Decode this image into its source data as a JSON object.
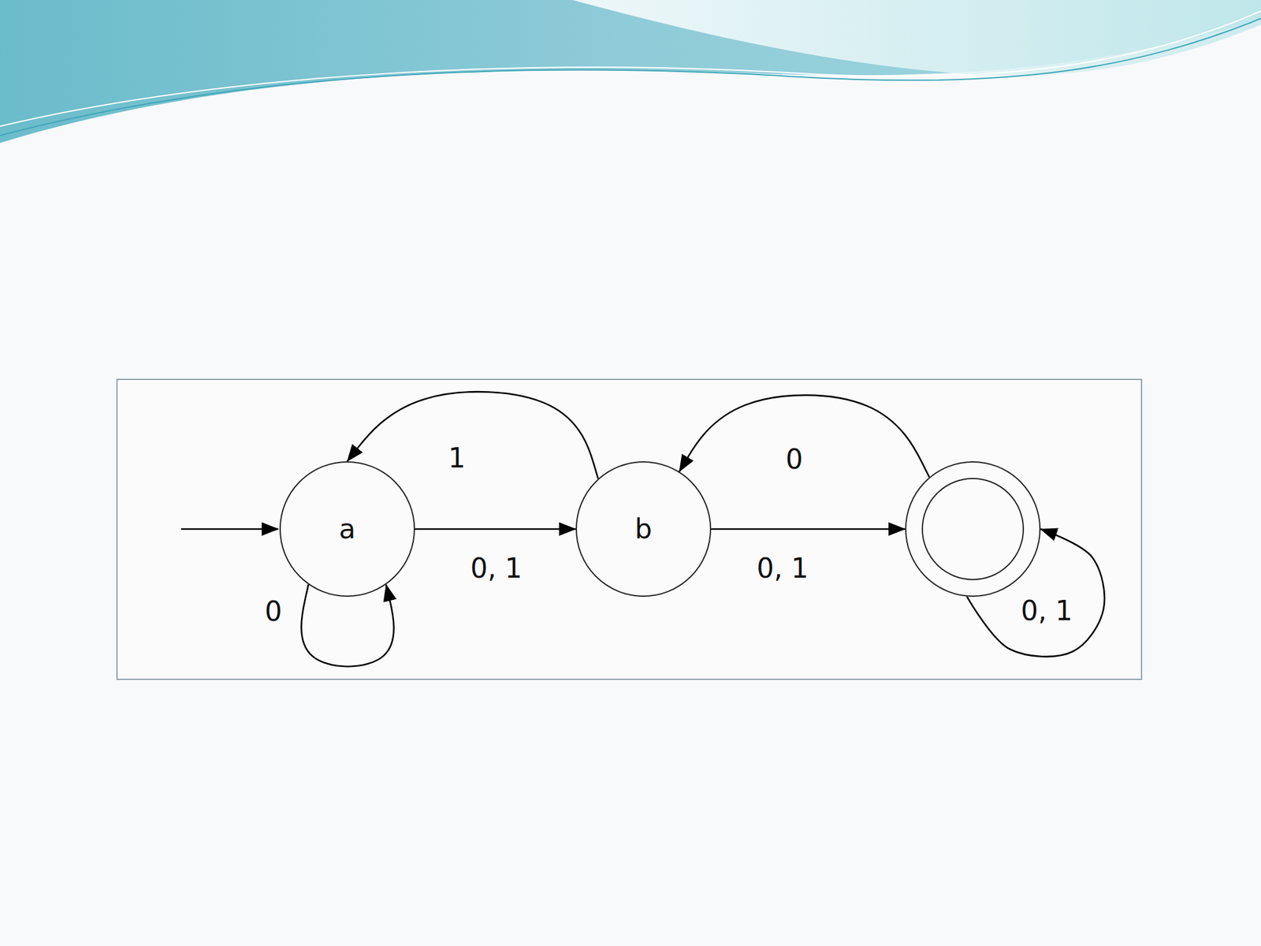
{
  "diagram": {
    "nodes": [
      {
        "text": [
          "a"
        ]
      },
      {
        "text": [
          "b"
        ]
      },
      {
        "text": []
      }
    ],
    "edges": [
      {
        "from": 0,
        "to": 0,
        "arrow": "to",
        "label": "0"
      },
      {
        "from": 0,
        "to": 1,
        "arrow": "to",
        "label": "0, 1"
      },
      {
        "from": 1,
        "to": 0,
        "arrow": "to",
        "label": "1"
      },
      {
        "from": 1,
        "to": 2,
        "arrow": "to",
        "label": "0, 1"
      },
      {
        "from": 2,
        "to": 1,
        "arrow": "to",
        "label": "0"
      },
      {
        "from": 2,
        "to": 2,
        "arrow": "to",
        "label": "0, 1"
      }
    ]
  }
}
